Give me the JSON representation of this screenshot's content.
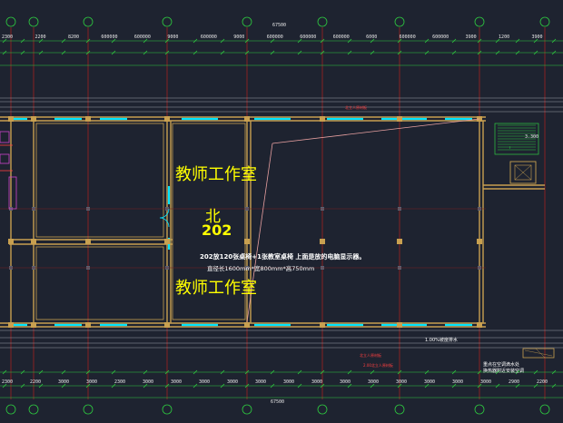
{
  "drawing": {
    "room_label_top": "教师工作室",
    "room_label_bottom": "教师工作室",
    "direction_label": "北",
    "room_number": "202",
    "note_line1": "202放120张桌椅+1张教室桌椅  上面是放的电脑显示器。",
    "note_line2": "直径长1600mm*宽800mm*高750mm",
    "top_total_dim": "67500",
    "bottom_total_dim": "67500",
    "top_dims": [
      "2300",
      "2200",
      "8200",
      "600000",
      "600000",
      "9000",
      "600000",
      "9000",
      "600000",
      "600000",
      "600000",
      "6000",
      "600000",
      "600000",
      "3900",
      "1200",
      "3900"
    ],
    "bottom_dims": [
      "2300",
      "2200",
      "3000",
      "3000",
      "2300",
      "3000",
      "3000",
      "3000",
      "3000",
      "3000",
      "3000",
      "3000",
      "3000",
      "3000",
      "3000",
      "3000",
      "3000",
      "3000",
      "2900",
      "2200"
    ],
    "small_labels": {
      "stair_elev": "3.300",
      "stair_mark": "↑",
      "note_bottom_right_1": "重点在空调滴水处",
      "note_bottom_right_2": "换热器附近安装空调",
      "note_right_tag": "1.00%坡度排水"
    }
  },
  "colors": {
    "background": "#1e2330",
    "wall": "#c8a050",
    "axis_red": "#cc2b2b",
    "grid_green": "#2ecc40",
    "window_cyan": "#00e5ff",
    "text_yellow": "#ffff00",
    "text_white": "#ffffff",
    "leader_pink": "#e8a0a0"
  }
}
